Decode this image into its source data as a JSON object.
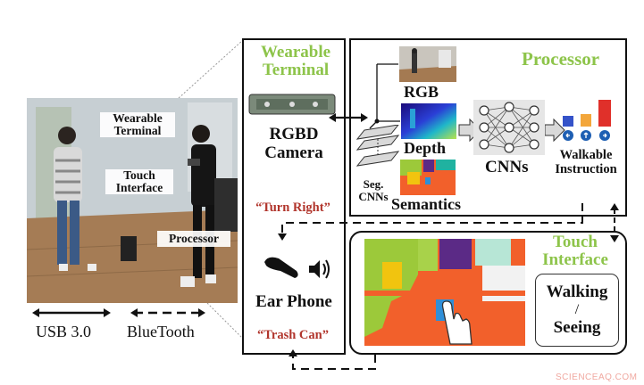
{
  "photo_labels": {
    "wearable_terminal": "Wearable Terminal",
    "touch_interface": "Touch Interface",
    "processor": "Processor"
  },
  "legend": {
    "usb": "USB 3.0",
    "bluetooth": "BlueTooth"
  },
  "wearable_panel": {
    "title": "Wearable Terminal",
    "camera": "RGBD Camera",
    "ear_phone": "Ear Phone",
    "msg_turn_right": "“Turn Right”",
    "msg_trash_can": "“Trash Can”"
  },
  "processor_panel": {
    "title": "Processor",
    "rgb": "RGB",
    "depth": "Depth",
    "semantics": "Semantics",
    "seg_cnns": "Seg. CNNs",
    "cnns": "CNNs",
    "walkable_instruction": "Walkable Instruction"
  },
  "touch_panel": {
    "title": "Touch Interface",
    "mode_walking": "Walking",
    "mode_sep": "/",
    "mode_seeing": "Seeing"
  },
  "watermark": "SCIENCEAQ.COM",
  "colors": {
    "title_green": "#8dc44a",
    "quote_red": "#b1352c",
    "semantic_orange": "#f2602b",
    "semantic_green": "#9cc93a",
    "semantic_purple": "#5b2a86",
    "semantic_teal": "#20b2a0",
    "semantic_yellow": "#f1c40f",
    "semantic_blue": "#2f8fd8"
  }
}
